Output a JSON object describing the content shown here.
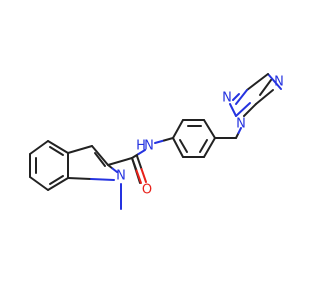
{
  "molecule": {
    "colors": {
      "carbon": "#222222",
      "nitrogen": "#2533e0",
      "oxygen": "#e8211a"
    },
    "labels": {
      "indole_n": "N",
      "methyl": "",
      "amide_nh": "N",
      "amide_h": "H",
      "oxygen": "O",
      "triazole_n1": "N",
      "triazole_n2": "N",
      "triazole_n4": "N"
    }
  }
}
